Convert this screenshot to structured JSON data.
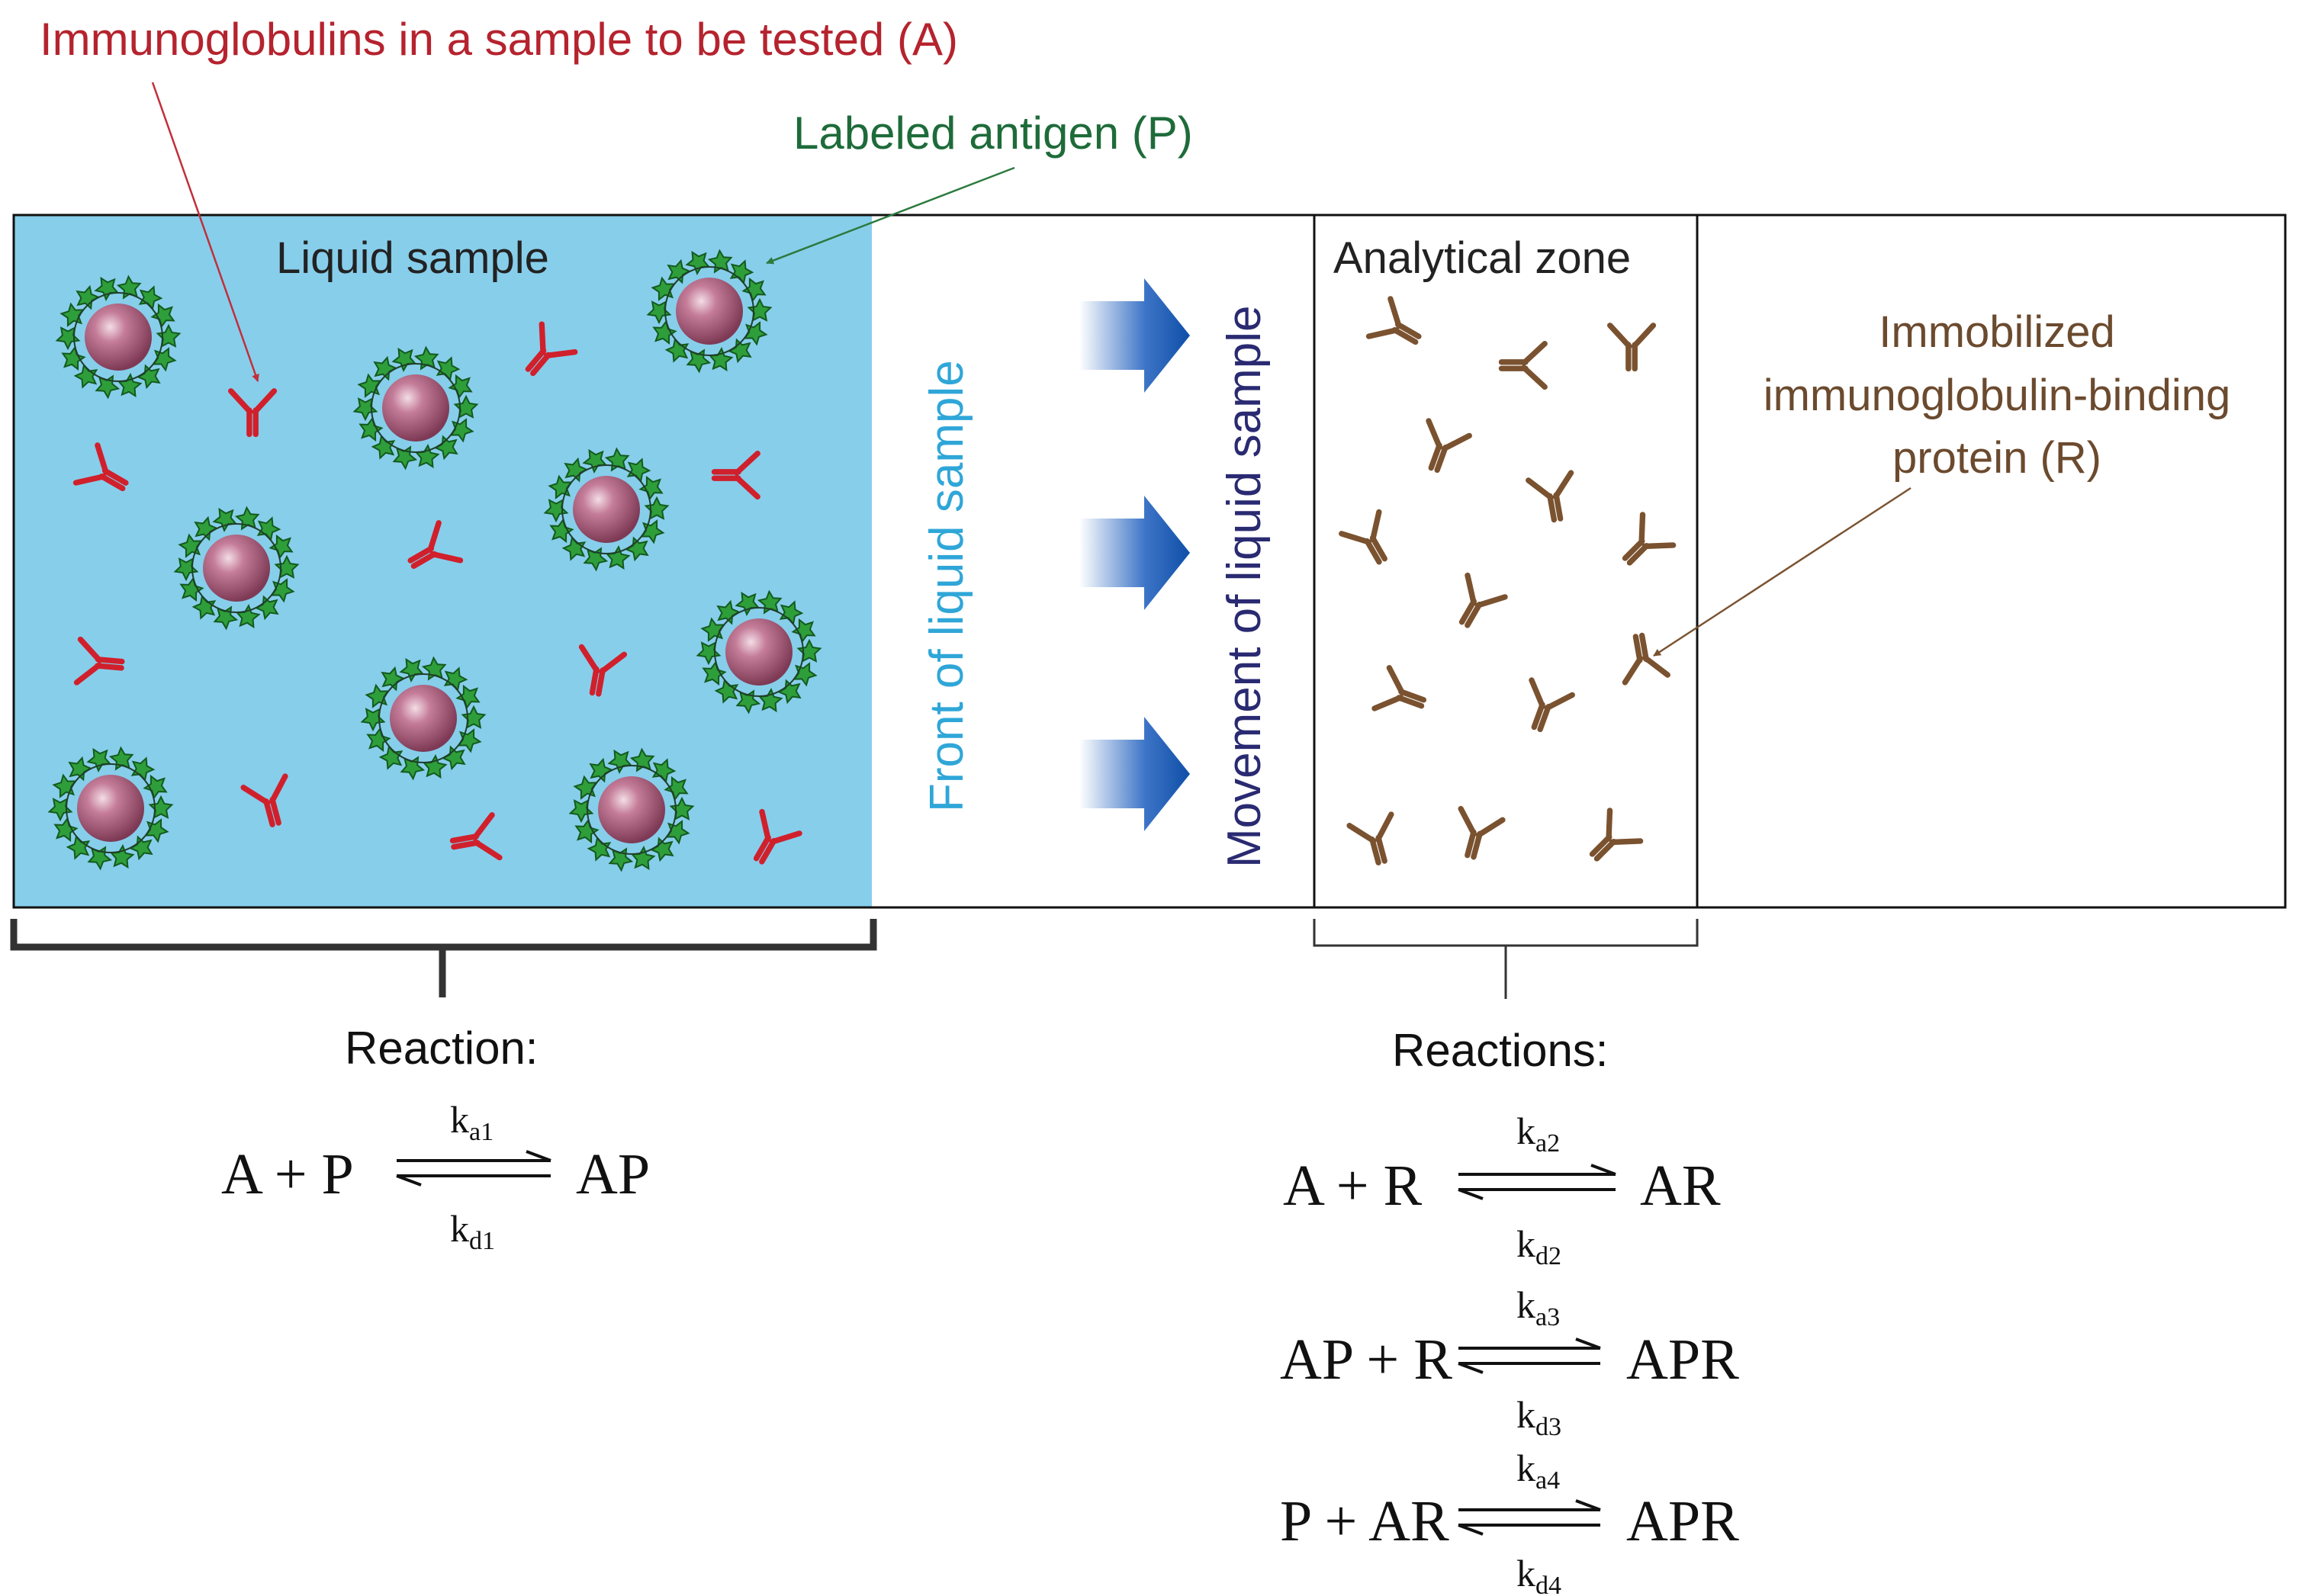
{
  "labels": {
    "immunoglobulins": "Immunoglobulins in a sample to be tested (A)",
    "labeled_antigen": "Labeled antigen (P)",
    "liquid_sample": "Liquid sample",
    "front": "Front of liquid sample",
    "movement": "Movement of liquid sample",
    "analytical_zone": "Analytical zone",
    "immobilized_line1": "Immobilized",
    "immobilized_line2": "immunoglobulin-binding",
    "immobilized_line3": "protein (R)",
    "reaction_title": "Reaction:",
    "reactions_title": "Reactions:"
  },
  "reactions": {
    "r1": {
      "left": "A + P",
      "ka": "k",
      "ka_sub": "a1",
      "kd": "k",
      "kd_sub": "d1",
      "right": "AP"
    },
    "r2": {
      "left": "A + R",
      "ka": "k",
      "ka_sub": "a2",
      "kd": "k",
      "kd_sub": "d2",
      "right": "AR"
    },
    "r3": {
      "left": "AP + R",
      "ka": "k",
      "ka_sub": "a3",
      "kd": "k",
      "kd_sub": "d3",
      "right": "APR"
    },
    "r4": {
      "left": "P + AR",
      "ka": "k",
      "ka_sub": "a4",
      "kd": "k",
      "kd_sub": "d4",
      "right": "APR"
    }
  },
  "colors": {
    "liquid_fill": "#87CEEB",
    "immunoglobulin_red": "#D0202C",
    "antigen_green": "#2E9E3A",
    "bead": "#A85A78",
    "protein_brown": "#7A5230",
    "arrow_blue": "#0F4FA8",
    "front_text": "#2FA6D8",
    "movement_text": "#2A2A72",
    "label_red": "#B5232E",
    "label_green": "#1E6B3A",
    "label_brown": "#6B4A2E"
  }
}
